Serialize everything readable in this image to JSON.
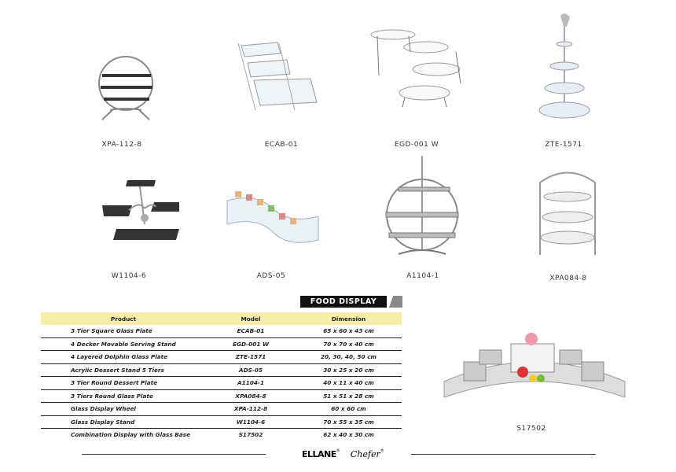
{
  "products": [
    {
      "model": "XPA-112-8",
      "icon": "glass-display-wheel"
    },
    {
      "model": "ECAB-01",
      "icon": "square-glass-plate-stand"
    },
    {
      "model": "EGD-001 W",
      "icon": "movable-serving-stand"
    },
    {
      "model": "ZTE-1571",
      "icon": "dolphin-glass-plate"
    },
    {
      "model": "W1104-6",
      "icon": "glass-display-stand"
    },
    {
      "model": "ADS-05",
      "icon": "acrylic-dessert-stand"
    },
    {
      "model": "A1104-1",
      "icon": "round-dessert-plate"
    },
    {
      "model": "XPA084-8",
      "icon": "round-glass-plate"
    },
    {
      "model": "S17502",
      "icon": "combination-display"
    }
  ],
  "section_title": "FOOD DISPLAY",
  "table": {
    "headers": [
      "Product",
      "Model",
      "Dimension"
    ],
    "rows": [
      [
        "3 Tier Square Glass Plate",
        "ECAB-01",
        "65 x 60 x 43 cm"
      ],
      [
        "4 Decker Movable Serving Stand",
        "EGD-001 W",
        "70 x 70 x 40 cm"
      ],
      [
        "4 Layered Dolphin Glass Plate",
        "ZTE-1571",
        "20, 30, 40, 50 cm"
      ],
      [
        "Acrylic Dessert Stand 5 Tiers",
        "ADS-05",
        "30 x 25 x 20 cm"
      ],
      [
        "3 Tier Round Dessert Plate",
        "A1104-1",
        "40 x 11 x 40 cm"
      ],
      [
        "3 Tiers Round Glass Plate",
        "XPA084-8",
        "51 x 51 x 28 cm"
      ],
      [
        "Glass Display Wheel",
        "XPA-112-8",
        "60 x 60 cm"
      ],
      [
        "Glass Display Stand",
        "W1104-6",
        "70 x 55 x 35 cm"
      ],
      [
        "Combination Display with Glass Base",
        "S17502",
        "62 x 40 x 30 cm"
      ]
    ]
  },
  "footer": {
    "brand1": "ELLANE",
    "brand2": "Chefer"
  }
}
